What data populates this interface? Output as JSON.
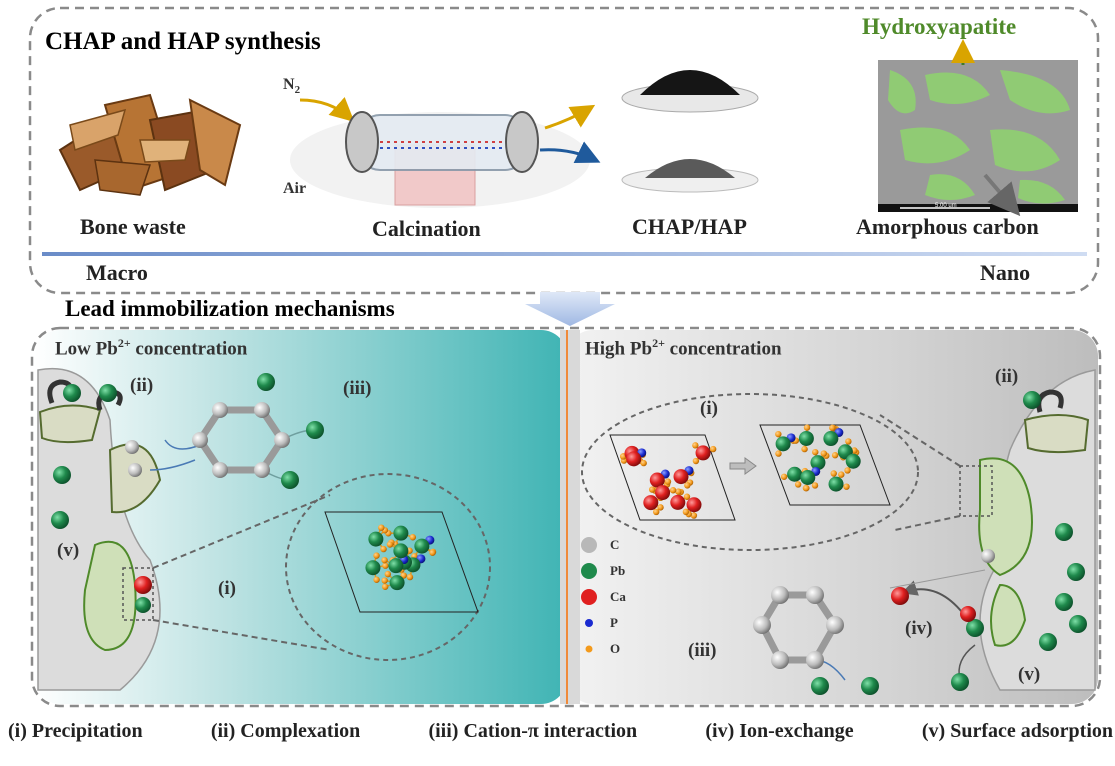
{
  "top_panel": {
    "title": "CHAP and HAP synthesis",
    "steps": {
      "bone_waste": "Bone waste",
      "calcination": "Calcination",
      "product": "CHAP/HAP"
    },
    "gases": {
      "n2": "N",
      "n2_sub": "2",
      "air": "Air"
    },
    "micrograph": {
      "hydroxyapatite": "Hydroxyapatite",
      "amorphous_carbon": "Amorphous carbon",
      "scale": "5.00 um"
    },
    "scale_left": "Macro",
    "scale_right": "Nano"
  },
  "bottom_panel": {
    "title": "Lead immobilization mechanisms",
    "low": {
      "label": "Low Pb",
      "sup": "2+",
      "suffix": " concentration"
    },
    "high": {
      "label": "High Pb",
      "sup": "2+",
      "suffix": " concentration"
    },
    "roman": {
      "i": "(i)",
      "ii": "(ii)",
      "iii": "(iii)",
      "iv": "(iv)",
      "v": "(v)"
    },
    "legend": [
      {
        "label": "C",
        "color": "#b8b8b8"
      },
      {
        "label": "Pb",
        "color": "#1f8a4c"
      },
      {
        "label": "Ca",
        "color": "#e02020"
      },
      {
        "label": "P",
        "color": "#1a2ad0"
      },
      {
        "label": "O",
        "color": "#f39a1c"
      }
    ]
  },
  "mechanisms": [
    "(i) Precipitation",
    "(ii) Complexation",
    "(iii) Cation-π interaction",
    "(iv) Ion-exchange",
    "(v) Surface adsorption"
  ]
}
